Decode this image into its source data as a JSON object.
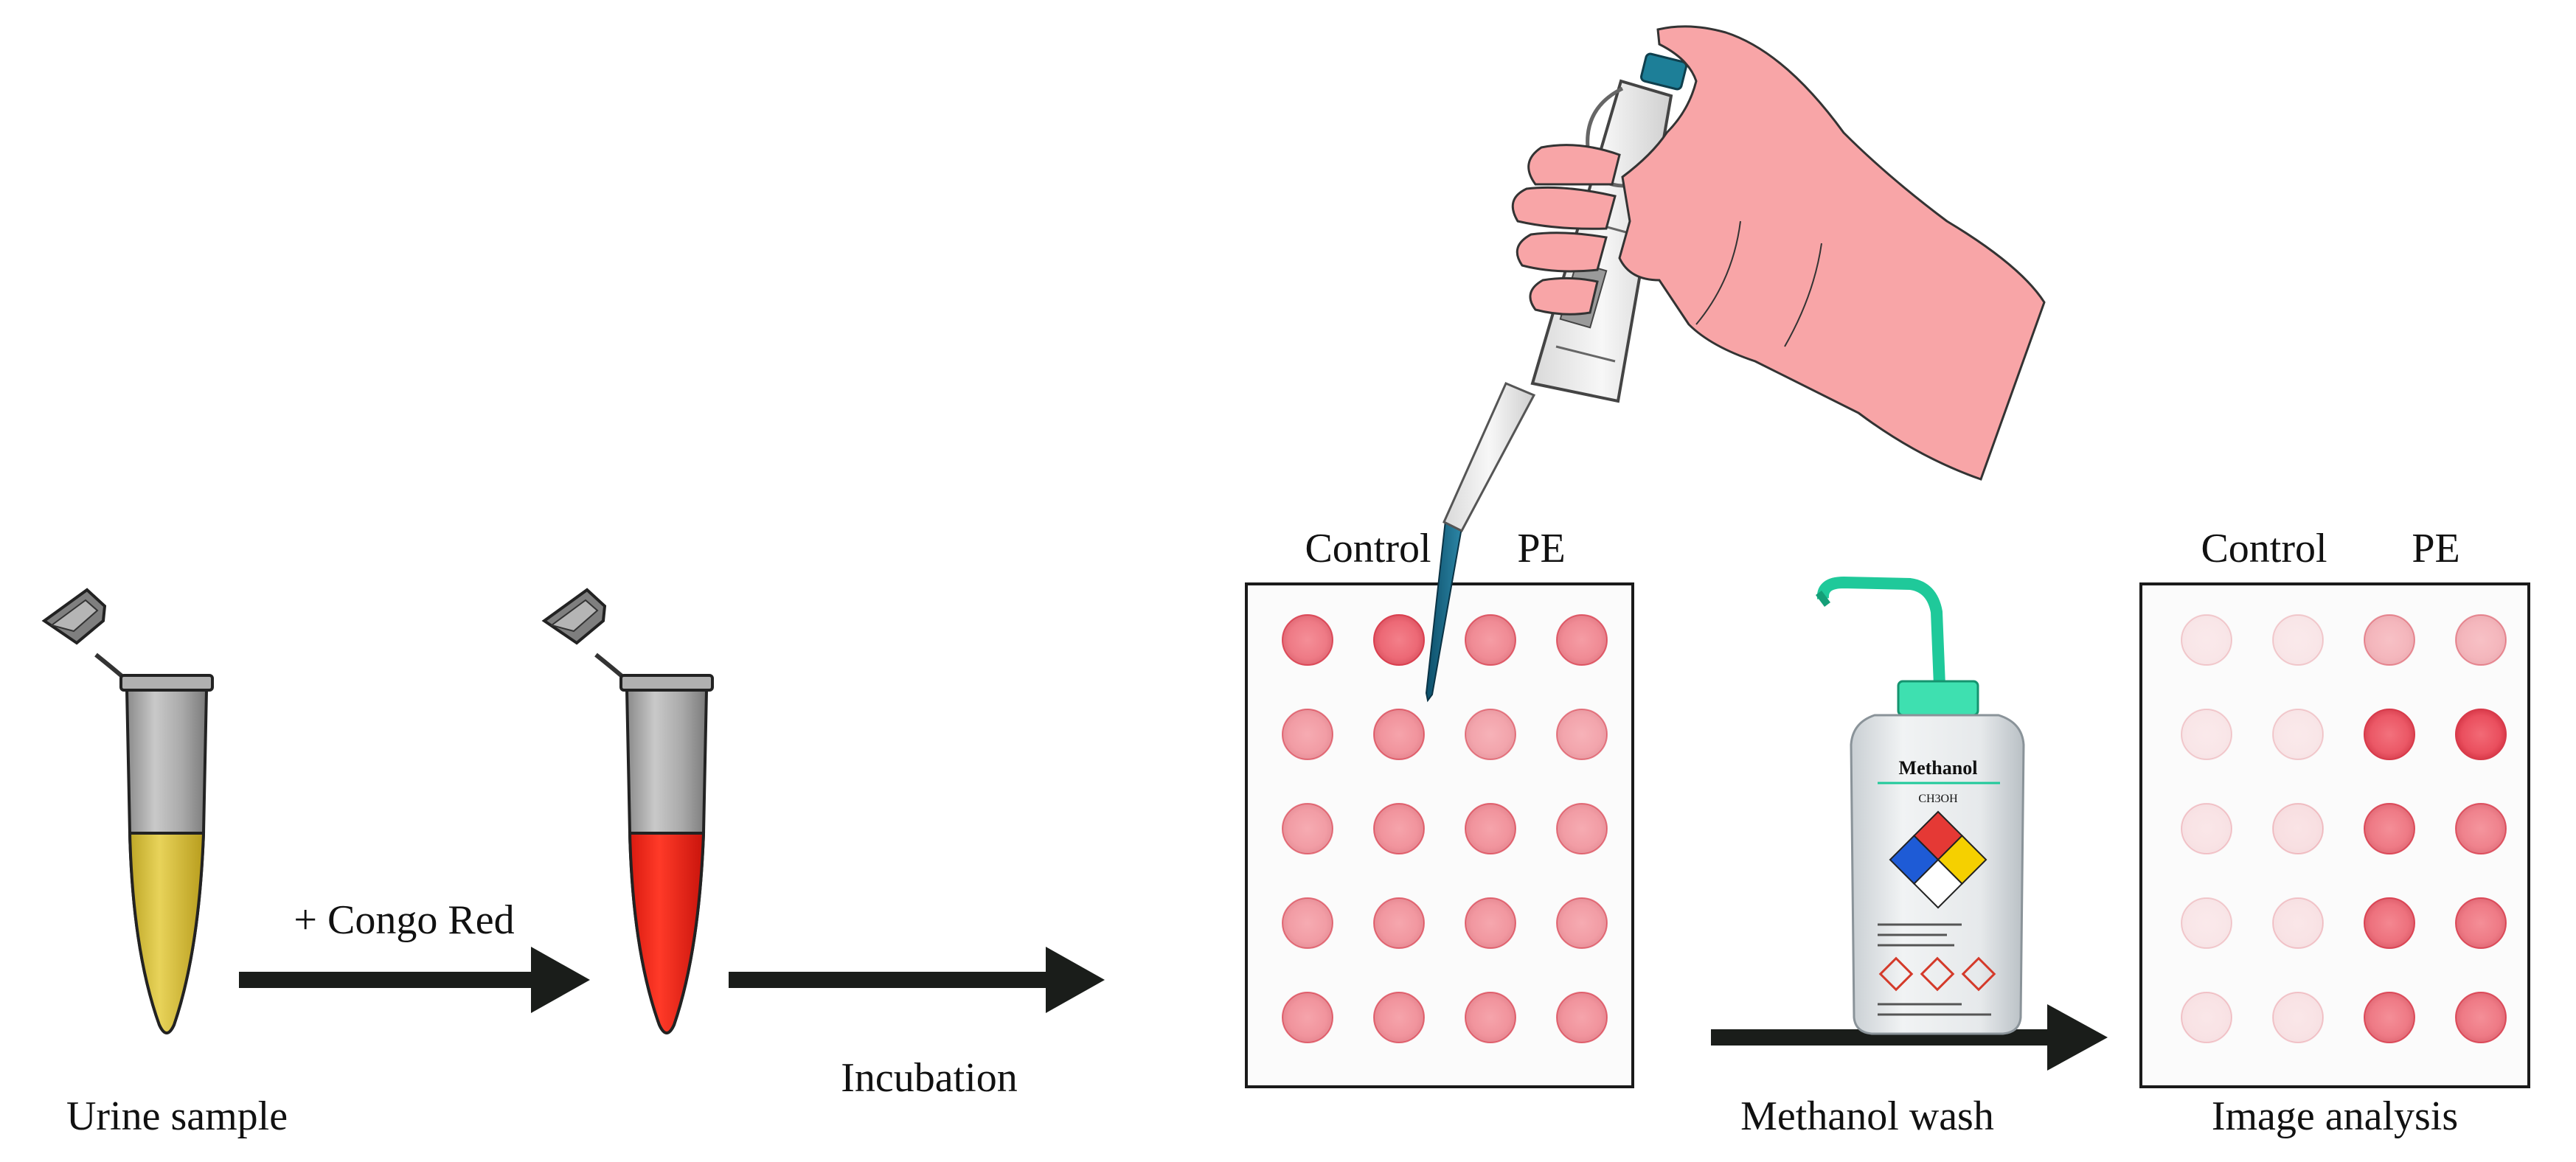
{
  "labels": {
    "add_dye": "+ Congo Red",
    "incubation": "Incubation",
    "urine_sample": "Urine sample",
    "methanol_wash": "Methanol wash",
    "image_analysis": "Image analysis"
  },
  "plate_before": {
    "col_label_control": "Control",
    "col_label_pe": "PE",
    "rows": 5,
    "cols": 4,
    "spot_intensity": [
      [
        0.75,
        0.85,
        0.65,
        0.65
      ],
      [
        0.55,
        0.6,
        0.5,
        0.5
      ],
      [
        0.55,
        0.6,
        0.6,
        0.55
      ],
      [
        0.55,
        0.58,
        0.58,
        0.55
      ],
      [
        0.6,
        0.6,
        0.6,
        0.6
      ]
    ]
  },
  "plate_after": {
    "col_label_control": "Control",
    "col_label_pe": "PE",
    "rows": 5,
    "cols": 4,
    "spot_intensity": [
      [
        0.12,
        0.12,
        0.4,
        0.4
      ],
      [
        0.12,
        0.12,
        0.95,
        1.0
      ],
      [
        0.14,
        0.16,
        0.75,
        0.7
      ],
      [
        0.12,
        0.14,
        0.8,
        0.75
      ],
      [
        0.14,
        0.14,
        0.75,
        0.75
      ]
    ]
  },
  "bottle": {
    "label": "Methanol",
    "sublabel": "CH3OH",
    "diamond_colors": [
      "#e53935",
      "#1e5bd6",
      "#f5d000",
      "#ffffff"
    ]
  },
  "colors": {
    "urine": "#d9c33a",
    "congo_red": "#ff2a1a",
    "spot": "#e8505e",
    "glove": "#f8a5a7",
    "arrow": "#1a1d1a",
    "bottle_cap": "#3ee0b0"
  },
  "icons": [
    "microtube-icon",
    "pipette-icon",
    "gloved-hand-icon",
    "wash-bottle-icon"
  ]
}
